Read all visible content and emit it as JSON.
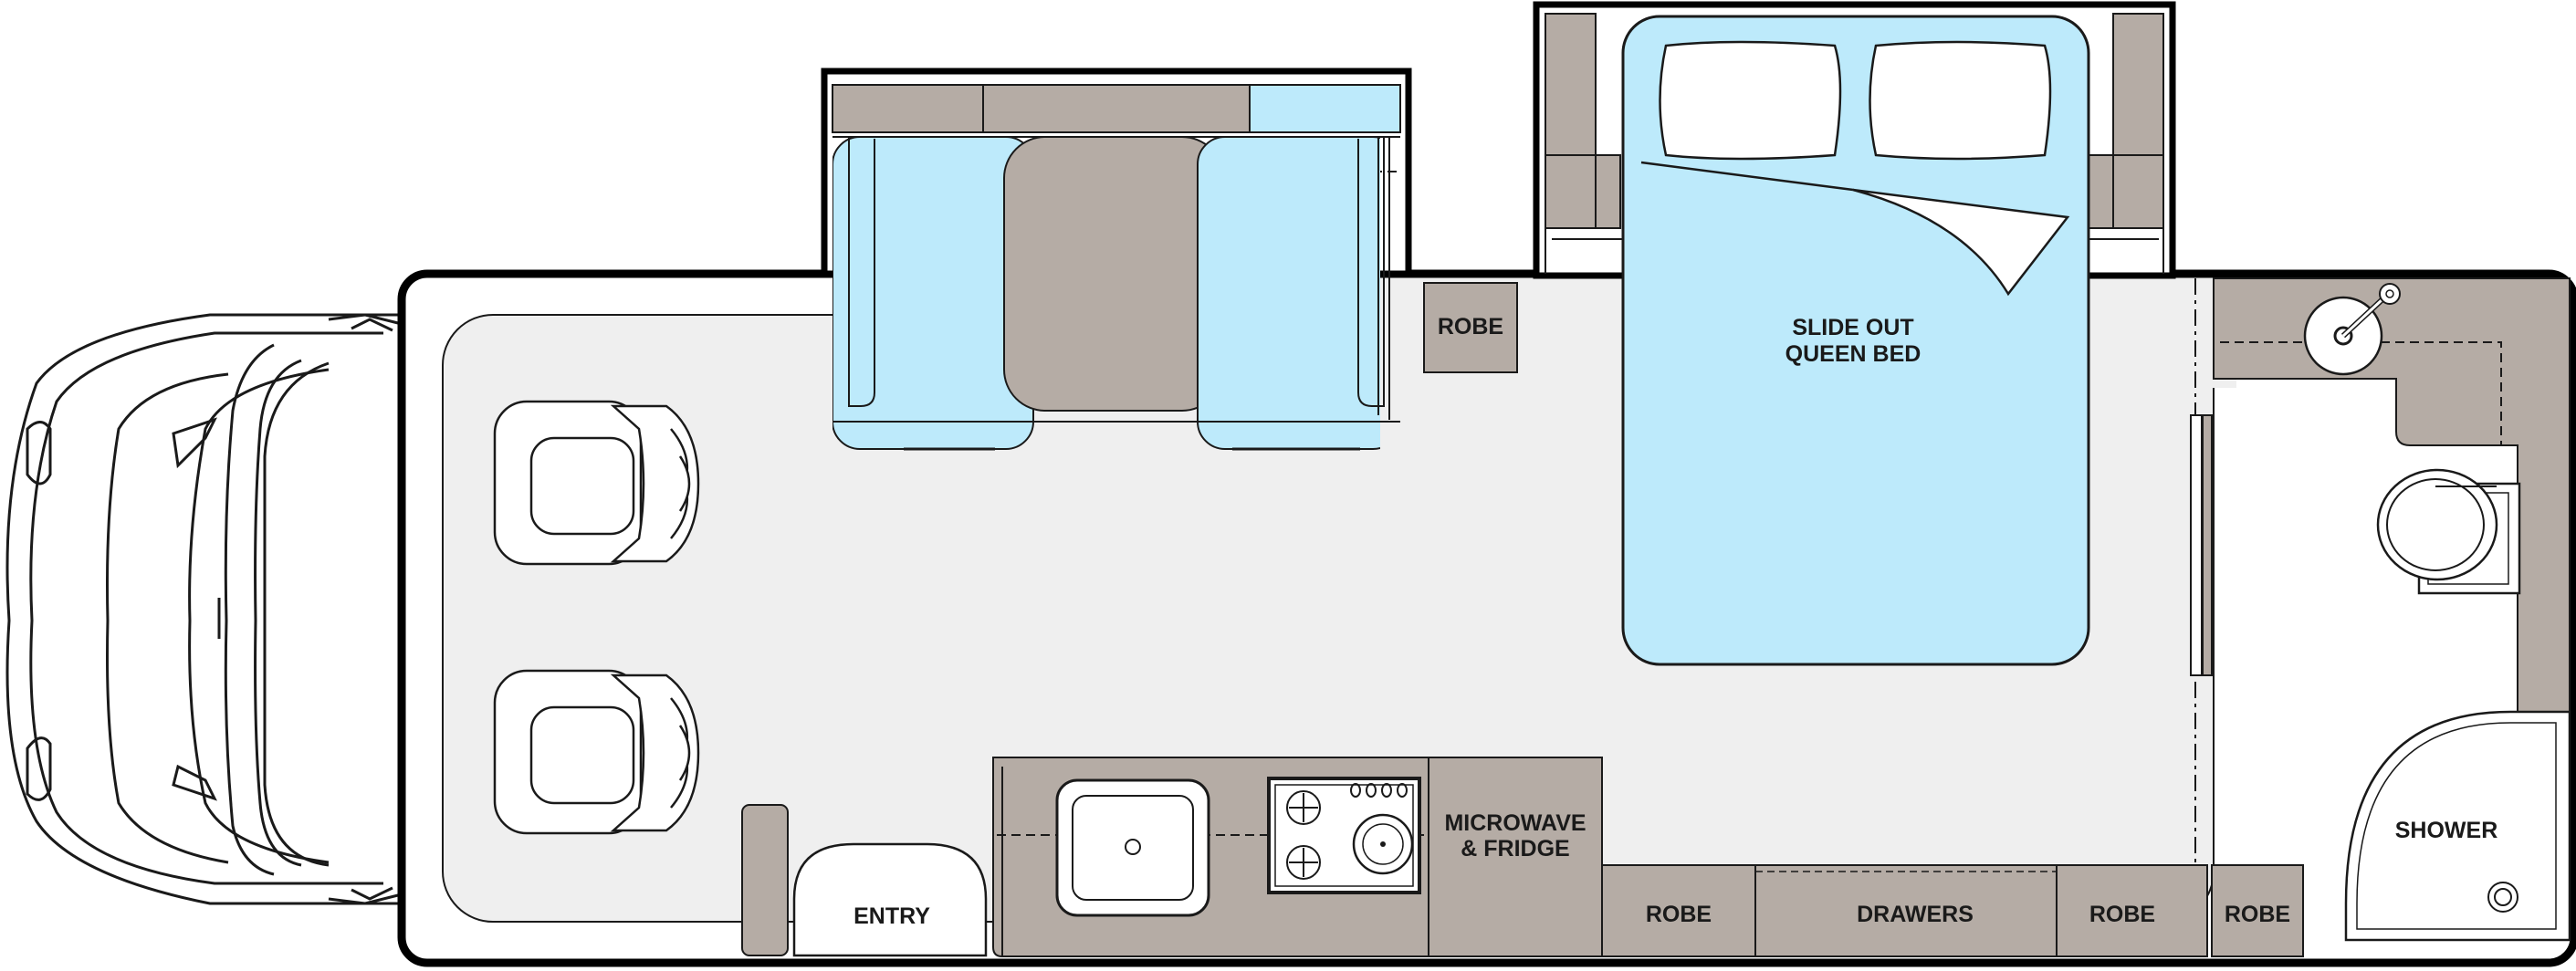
{
  "labels": {
    "robe_top": "ROBE",
    "bed_line1": "SLIDE OUT",
    "bed_line2": "QUEEN BED",
    "microwave_line1": "MICROWAVE",
    "microwave_line2": "& FRIDGE",
    "entry": "ENTRY",
    "robe_1": "ROBE",
    "drawers": "DRAWERS",
    "robe_2": "ROBE",
    "robe_3": "ROBE",
    "shower": "SHOWER"
  },
  "colors": {
    "floor": "#efefef",
    "cabinet": "#b5aca5",
    "upholstery": "#bdeafb",
    "outline": "#1a1a1a",
    "wall": "#000000",
    "background": "#ffffff"
  }
}
